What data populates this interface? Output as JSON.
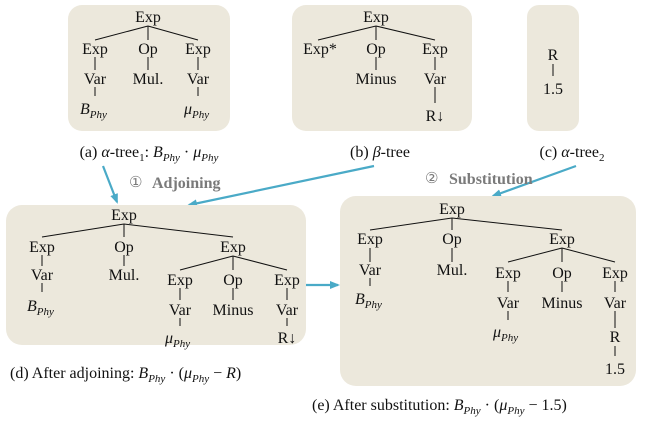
{
  "nodes": {
    "exp": "Exp",
    "op": "Op",
    "var": "Var",
    "mul": "Mul.",
    "minus": "Minus",
    "exp_star": "Exp*",
    "r": "R",
    "r_down": "R↓",
    "val": "1.5"
  },
  "sub": {
    "B": "B",
    "mu": "μ",
    "phy": "Phy"
  },
  "captions": {
    "a": {
      "prefix": "(a) ",
      "alpha": "α",
      "tree": "-tree",
      "sub": "1",
      "colon": ": ",
      "dot": " · "
    },
    "b": {
      "prefix": "(b) ",
      "beta": "β",
      "tree": "-tree"
    },
    "c": {
      "prefix": "(c) ",
      "alpha": "α",
      "tree": "-tree",
      "sub": "2"
    },
    "d": {
      "text": "(d) After adjoining: ",
      "dot": " · (",
      "minus": " − ",
      "R": "R",
      "close": ")"
    },
    "e": {
      "text": "(e) After substitution: ",
      "dot": " · (",
      "minus": " − 1.5)"
    }
  },
  "operations": {
    "adjoining_num": "①",
    "adjoining": "Adjoining",
    "substitution_num": "②",
    "substitution": "Substitution"
  },
  "colors": {
    "panel": "#ece8dc",
    "arrow": "#4aaac7",
    "label": "#7a7a7a"
  }
}
